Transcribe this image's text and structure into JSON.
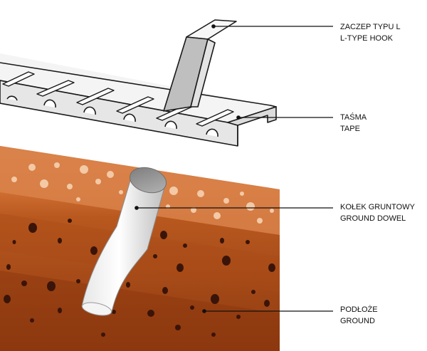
{
  "labels": {
    "hook": {
      "pl": "ZACZEP TYPU L",
      "en": "L-TYPE HOOK"
    },
    "tape": {
      "pl": "TAŚMA",
      "en": "TAPE"
    },
    "dowel": {
      "pl": "KOŁEK GRUNTOWY",
      "en": "GROUND DOWEL"
    },
    "ground": {
      "pl": "PODŁOŻE",
      "en": "GROUND"
    }
  },
  "colors": {
    "soil_top": "#d9824a",
    "soil_mid": "#b8581f",
    "soil_deep": "#9a3f12",
    "soil_speck_light": "#f3c9a6",
    "soil_speck_dark": "#3a1408",
    "tape_fill": "#f2f2f2",
    "outline": "#1a1a1a",
    "dowel_light": "#ffffff",
    "dowel_shade": "#9a9a9a"
  }
}
